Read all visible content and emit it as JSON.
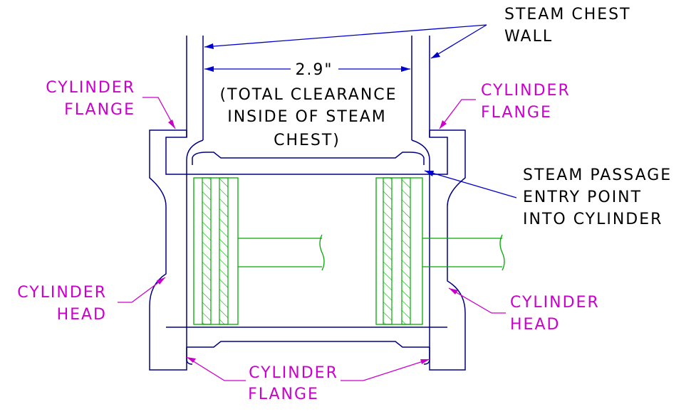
{
  "dimension": {
    "value": "2.9\"",
    "note": [
      "(TOTAL CLEARANCE",
      "INSIDE OF STEAM",
      "CHEST)"
    ]
  },
  "labels": {
    "steam_chest_wall": [
      "STEAM CHEST",
      "WALL"
    ],
    "cylinder_flange_left": [
      "CYLINDER",
      "FLANGE"
    ],
    "cylinder_flange_right": [
      "CYLINDER",
      "FLANGE"
    ],
    "steam_passage": [
      "STEAM PASSAGE",
      "ENTRY POINT",
      "INTO CYLINDER"
    ],
    "cylinder_head_left": [
      "CYLINDER",
      "HEAD"
    ],
    "cylinder_head_right": [
      "CYLINDER",
      "HEAD"
    ],
    "cylinder_flange_bottom": [
      "CYLINDER",
      "FLANGE"
    ]
  },
  "colors": {
    "outline": "#000080",
    "label": "#cc00cc",
    "piston": "#00aa00",
    "arrow": "#0000cc",
    "text": "#000000"
  }
}
